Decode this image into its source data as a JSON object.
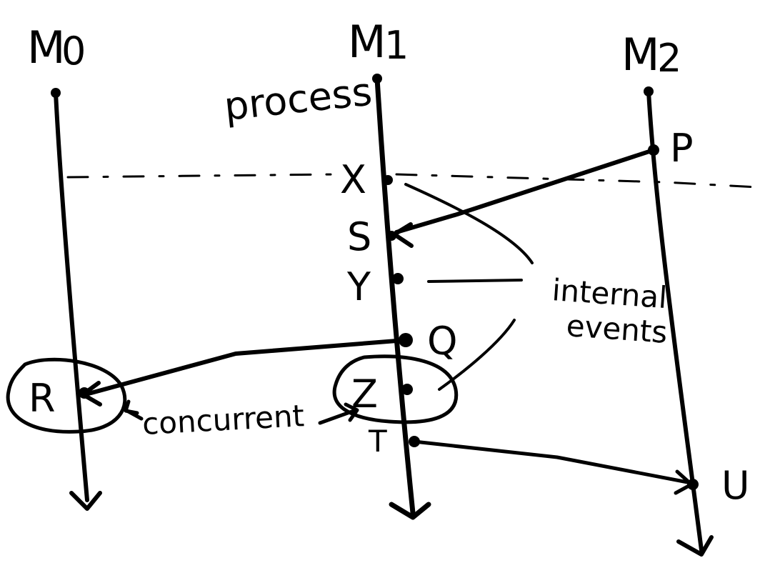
{
  "processes": [
    {
      "id": "m0",
      "label": "M0",
      "label_main": "M",
      "label_sub": "0"
    },
    {
      "id": "m1",
      "label": "M1",
      "label_main": "M",
      "label_sub": "1"
    },
    {
      "id": "m2",
      "label": "M2",
      "label_main": "M",
      "label_sub": "2"
    }
  ],
  "process_caption": "process",
  "events": {
    "x": "X",
    "s": "S",
    "y": "Y",
    "q": "Q",
    "z": "Z",
    "t": "T",
    "p": "P",
    "u": "U",
    "r": "R"
  },
  "notes": {
    "internal_line1": "internal",
    "internal_line2": "events",
    "concurrent": "concurrent"
  },
  "colors": {
    "ink": "#000000",
    "background": "#ffffff"
  }
}
